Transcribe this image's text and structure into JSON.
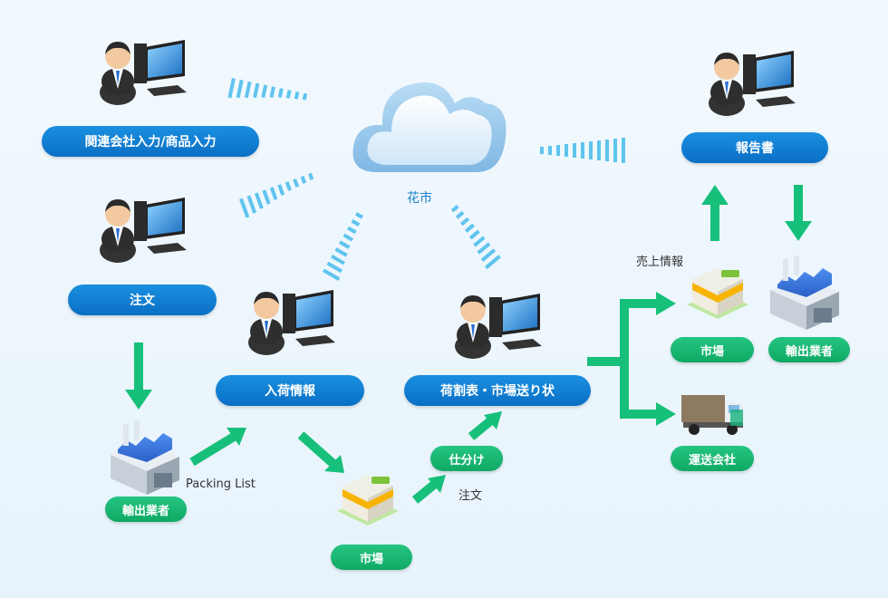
{
  "center": {
    "label": "花市"
  },
  "nodes": {
    "affiliate_input": "関連会社入力/商品入力",
    "order": "注文",
    "arrival_info": "入荷情報",
    "allocation_sheet": "荷割表・市場送り状",
    "report": "報告書",
    "exporter_left": "輸出業者",
    "market_bottom": "市場",
    "sorting": "仕分け",
    "market_right": "市場",
    "exporter_right": "輸出業者",
    "transport_company": "運送会社"
  },
  "labels": {
    "packing_list": "Packing List",
    "order_small": "注文",
    "sales_info": "売上情報"
  },
  "colors": {
    "blue_pill": "#0a7fd6",
    "green_pill": "#15b06e",
    "arrow_green": "#17c07a",
    "dotted_blue": "#5fc4ee"
  },
  "icons": [
    "cloud-icon",
    "person-computer-icon",
    "factory-icon",
    "shop-icon",
    "truck-icon",
    "arrow-icon"
  ]
}
